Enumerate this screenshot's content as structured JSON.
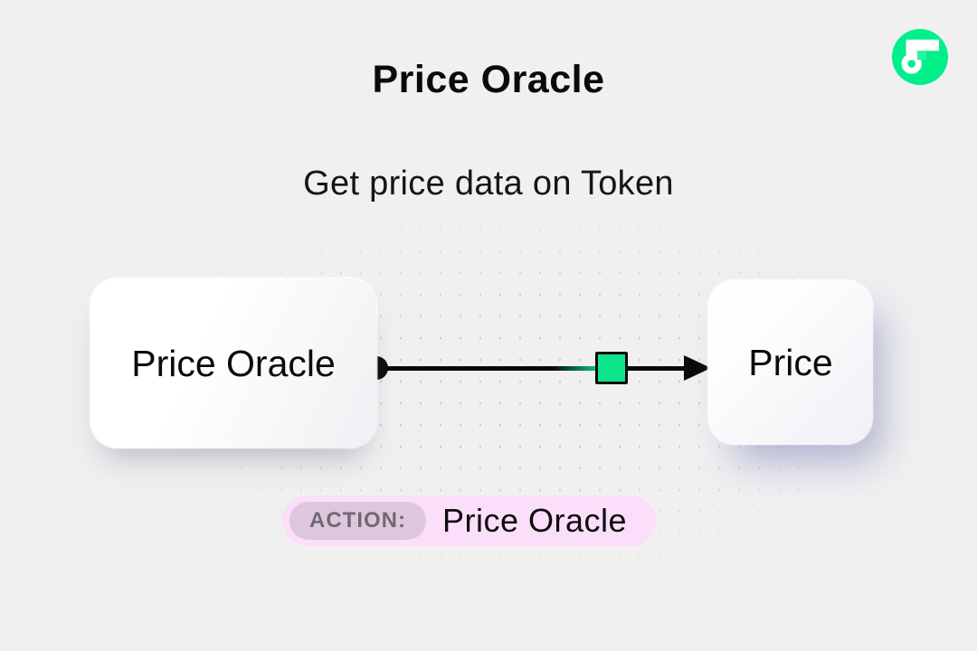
{
  "colors": {
    "pageBg": "#F0F0F1",
    "ink": "#0A0A0A",
    "dot": "#CACACC",
    "flowGreen": "#00EF8B",
    "flowSquare": "#2BF59D",
    "markerGreen": "#0DE68D",
    "edgeGreen": "#0BBF78",
    "badgePink": "#FBDEF9",
    "badgeLabelBg": "#DEC7DC",
    "badgeLabelText": "#6E6975"
  },
  "header": {
    "title": "Price Oracle"
  },
  "logo": {
    "name": "flow"
  },
  "subtitle": {
    "text": "Get price data on Token"
  },
  "diagram": {
    "source_node": {
      "label": "Price Oracle"
    },
    "target_node": {
      "label": "Price"
    }
  },
  "action_badge": {
    "label": "ACTION:",
    "value": "Price Oracle"
  }
}
